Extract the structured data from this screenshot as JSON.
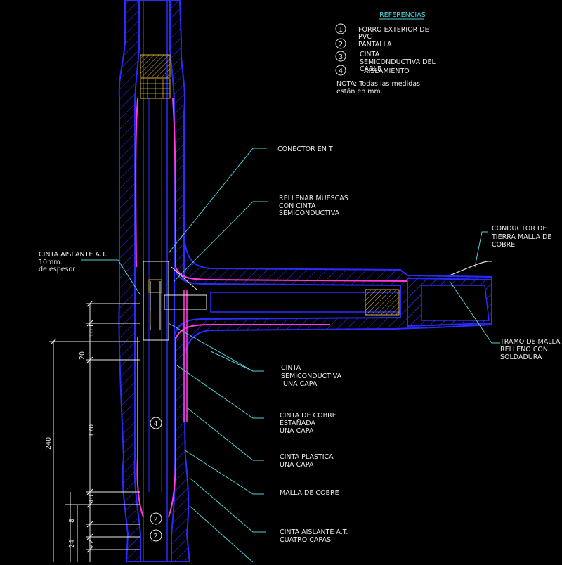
{
  "references": {
    "title": "REFERENCIAS",
    "items": [
      {
        "num": "1",
        "text_lines": [
          "FORRO EXTERIOR DE",
          "PVC"
        ]
      },
      {
        "num": "2",
        "text_lines": [
          "PANTALLA"
        ]
      },
      {
        "num": "3",
        "text_lines": [
          "CINTA",
          "SEMICONDUCTIVA DEL",
          "CABLE"
        ]
      },
      {
        "num": "4",
        "text_lines": [
          "AISLAMIENTO"
        ]
      }
    ],
    "note_lines": [
      "NOTA: Todas las medidas",
      "están en mm."
    ]
  },
  "callouts": {
    "conector": [
      "CONECTOR EN T"
    ],
    "rellenar": [
      "RELLENAR MUESCAS",
      "CON CINTA",
      "SEMICONDUCTIVA"
    ],
    "cinta_aislante_left": [
      "CINTA AISLANTE A.T.",
      "10mm.",
      "de espesor"
    ],
    "conductor": [
      "CONDUCTOR DE",
      "TIERRA MALLA DE",
      "COBRE"
    ],
    "tramo": [
      "TRAMO DE MALLA",
      "RELLENO CON",
      "SOLDADURA"
    ],
    "semicond": [
      "CINTA",
      "SEMICONDUCTIVA",
      " UNA CAPA"
    ],
    "cobre": [
      "CINTA DE COBRE",
      "ESTAÑADA",
      "UNA CAPA"
    ],
    "plastica": [
      "CINTA PLASTICA",
      "UNA CAPA"
    ],
    "malla": [
      "MALLA DE COBRE"
    ],
    "aislante_cuatro": [
      "CINTA AISLANTE A.T.",
      "CUATRO CAPAS"
    ]
  },
  "dimensions": {
    "d240": "240",
    "d170": "170",
    "d20": "20",
    "d10L": "10 L",
    "d10": "10",
    "d8": "8",
    "d24": "24",
    "d22": "22"
  },
  "markers": {
    "four": "4",
    "two_a": "2",
    "two_b": "2"
  },
  "colors": {
    "blue": "#2a2cff",
    "magenta": "#ff3bd6",
    "cyan": "#4fd1d9",
    "white": "#e8e8e8",
    "yellow": "#d9b23a"
  }
}
